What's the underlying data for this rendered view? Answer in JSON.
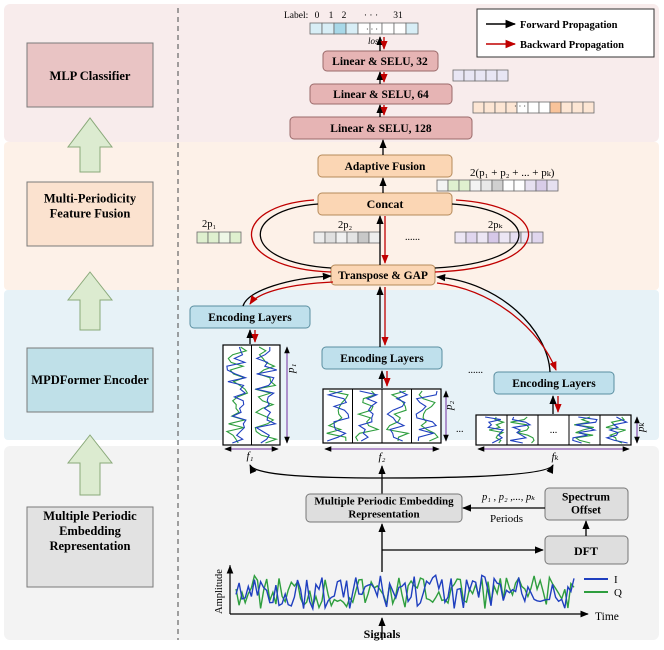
{
  "stages": [
    {
      "label_lines": [
        "MLP Classifier"
      ],
      "fill": "#e9c4c4",
      "band": "#f8ecec"
    },
    {
      "label_lines": [
        "Multi-Periodicity",
        "Feature Fusion"
      ],
      "fill": "#fbe2cf",
      "band": "#fdf1e8"
    },
    {
      "label_lines": [
        "MPDFormer Encoder"
      ],
      "fill": "#bfe0e8",
      "band": "#e7f2f7"
    },
    {
      "label_lines": [
        "Multiple Periodic",
        "Embedding",
        "Representation"
      ],
      "fill": "#e2e2e2",
      "band": "#f3f3f3"
    }
  ],
  "legend": {
    "forward": "Forward Propagation",
    "backward": "Backward Propagation"
  },
  "colors": {
    "forward": "#000000",
    "backward": "#c00000",
    "signal_i": "#1f3fbf",
    "signal_q": "#2e9e3e",
    "frame": "#7030a0"
  },
  "mlp": {
    "label_prefix": "Label:",
    "label_ticks": [
      "0",
      "1",
      "2",
      "· · ·",
      "31"
    ],
    "loss": "loss",
    "layers": [
      "Linear & SELU, 32",
      "Linear & SELU, 64",
      "Linear & SELU, 128"
    ]
  },
  "fusion": {
    "adaptive": "Adaptive Fusion",
    "concat": "Concat",
    "sum_formula": "2(p₁ + p₂ + ... + pₖ)",
    "segments": [
      "2p₁",
      "2p₂",
      "2pₖ"
    ],
    "ellipsis": "......",
    "transpose": "Transpose & GAP"
  },
  "encoder": {
    "layer_label": "Encoding Layers",
    "ellipsis": "......",
    "inner_dots": "...",
    "outer_dots": "...",
    "periods": [
      "p₁",
      "p₂",
      "pₖ"
    ],
    "freqs": [
      "f₁",
      "f₂",
      "fₖ"
    ]
  },
  "embedding": {
    "mper_lines": [
      "Multiple Periodic Embedding",
      "Representation"
    ],
    "periods_list": "p₁ , p₂ ,..., pₖ",
    "periods_word": "Periods",
    "spectrum_lines": [
      "Spectrum",
      "Offset"
    ],
    "dft": "DFT",
    "amplitude": "Amplitude",
    "time": "Time",
    "signals": "Signals",
    "legend_i": "I",
    "legend_q": "Q"
  }
}
